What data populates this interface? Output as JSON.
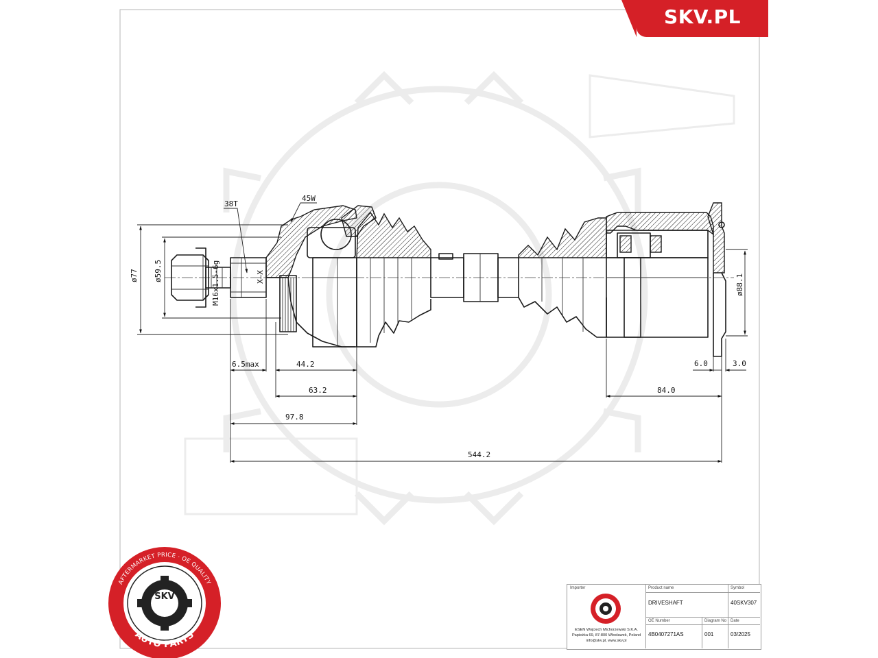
{
  "brand": {
    "name": "SKV.PL",
    "color": "#d52027"
  },
  "seal": {
    "ring_text": "AFTERMARKET PRICE · OE QUALITY",
    "brand": "SKV",
    "bottom_text": "AUTO PARTS",
    "color": "#d52027"
  },
  "dimensions": {
    "d_boot_teeth": "38T",
    "d_abs_teeth": "45W",
    "d_outer_diameter": "ø77",
    "d_seal_diameter": "ø59.5",
    "d_thread": "M16x1.5-6g",
    "d_section": "X–X",
    "d_flange_diameter": "ø88.1",
    "d_6_5max": "6.5max",
    "d_44_2": "44.2",
    "d_63_2": "63.2",
    "d_97_8": "97.8",
    "d_544_2": "544.2",
    "d_84_0": "84.0",
    "d_6_0": "6.0",
    "d_3_0": "3.0"
  },
  "title_block": {
    "importer_label": "Importer",
    "product_name_label": "Product name",
    "product_name": "DRIVESHAFT",
    "symbol_label": "Symbol",
    "symbol": "40SKV307",
    "oe_label": "OE Number",
    "oe_number": "4B0407271AS",
    "diagram_label": "Diagram No",
    "diagram_no": "001",
    "date_label": "Date",
    "date": "03/2025",
    "address_line1": "ESEN Wojciech Michorzewski S.K.A.",
    "address_line2": "Papieżka 69, 87-800 Włocławek, Poland",
    "address_line3": "info@skv.pl, www.skv.pl"
  }
}
